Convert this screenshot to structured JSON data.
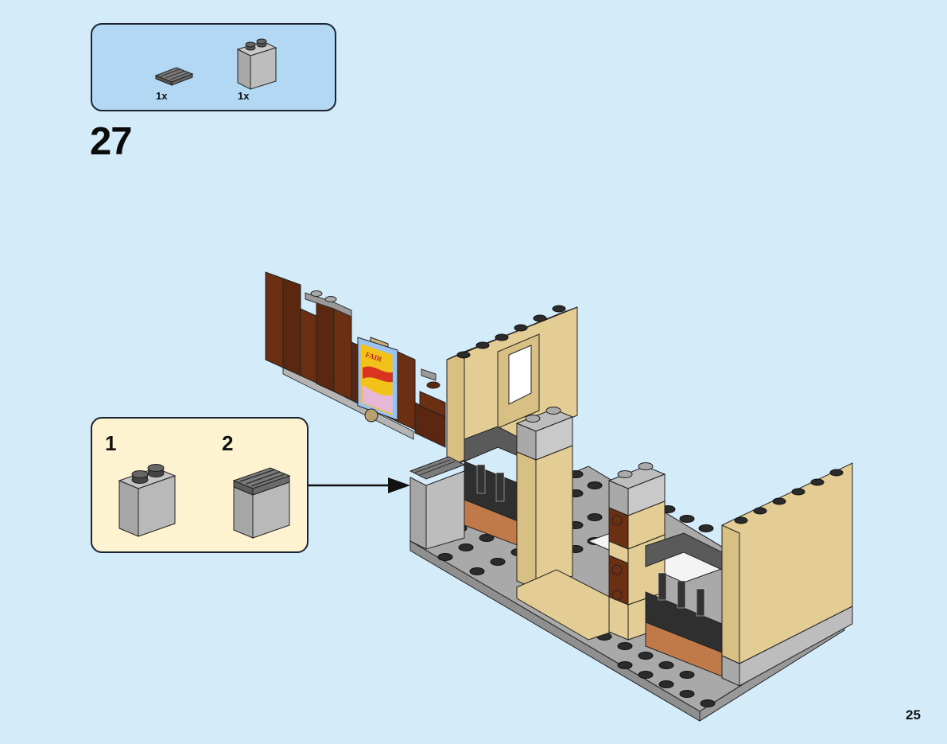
{
  "page": {
    "page_number": "25",
    "background_color": "#d4ebfa"
  },
  "parts_list": {
    "panel_color": "#b2d8f3",
    "items": [
      {
        "name": "dark gray grille tile 1x2",
        "icon": "grille-tile-icon",
        "quantity": "1x",
        "color": "#6b6b6b"
      },
      {
        "name": "light gray brick 1x2x2",
        "icon": "brick-1x2x2-icon",
        "quantity": "1x",
        "color": "#a9a9a9"
      }
    ]
  },
  "step": {
    "number": "27"
  },
  "sub_assembly": {
    "panel_color": "#fdf3d1",
    "steps": [
      {
        "number": "1",
        "icon": "light-gray-brick-icon"
      },
      {
        "number": "2",
        "icon": "brick-with-grille-tile-icon"
      }
    ],
    "arrow": "arrow-right-icon"
  },
  "model": {
    "description": "Building interior assembly with brown plank wall, poster, tan walls, gray baseplate, railing and pillars",
    "poster_text": "FAIR",
    "colors": {
      "brown": "#6b2f14",
      "tan": "#e4cd95",
      "light_gray": "#a9a9a9",
      "dark_gray": "#5a5a5a",
      "stud_dark": "#2b2b2b",
      "brick_orange": "#c07a4a",
      "poster_frame": "#9cc3f0",
      "poster_yellow": "#f2c21b",
      "poster_red": "#d9341f",
      "poster_pink": "#e7b7d8"
    }
  }
}
